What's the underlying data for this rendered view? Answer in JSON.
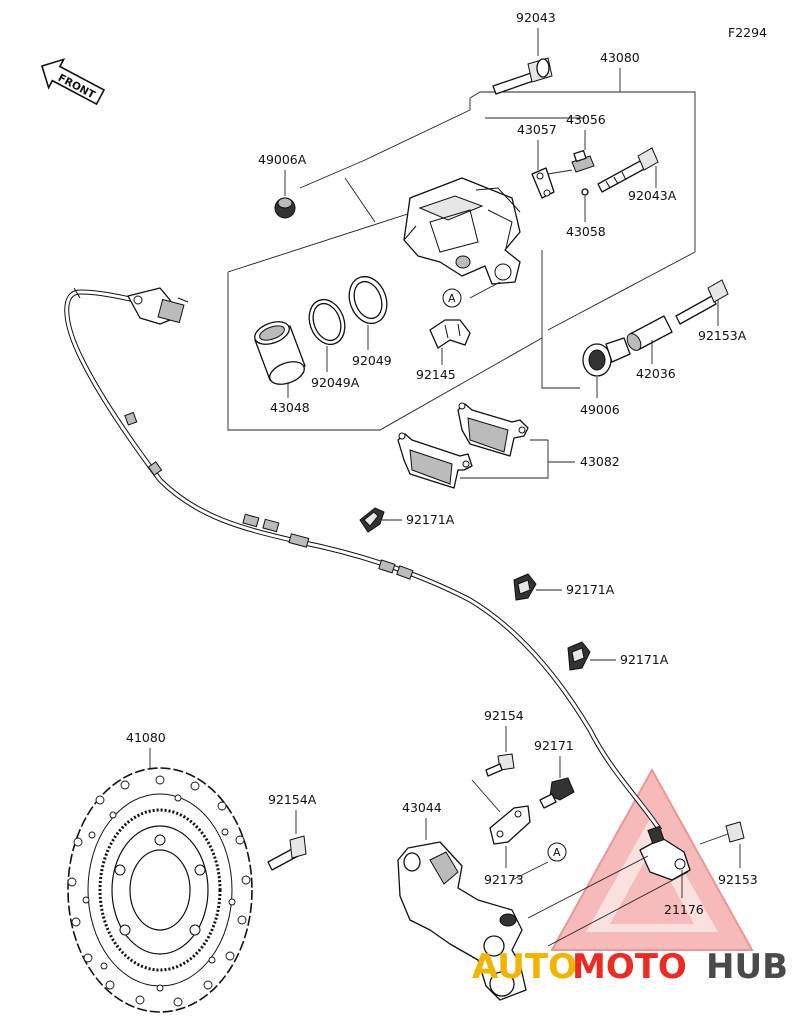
{
  "figure_code": "F2294",
  "front_label": "FRONT",
  "callout_label": "A",
  "parts": {
    "p92043": "92043",
    "p43080": "43080",
    "p43057": "43057",
    "p43056": "43056",
    "p49006A": "49006A",
    "p92043A": "92043A",
    "p43058": "43058",
    "p92049": "92049",
    "p92145": "92145",
    "p92049A": "92049A",
    "p43048": "43048",
    "p92153A": "92153A",
    "p42036": "42036",
    "p49006": "49006",
    "p43082": "43082",
    "p92171A_1": "92171A",
    "p92171A_2": "92171A",
    "p92171A_3": "92171A",
    "p92154": "92154",
    "p92171": "92171",
    "p41080": "41080",
    "p92154A": "92154A",
    "p43044": "43044",
    "p92173": "92173",
    "p92153": "92153",
    "p21176": "21176"
  },
  "watermark": {
    "part1": "AUTO",
    "part2": "MOTO",
    "part3": "HUB"
  }
}
